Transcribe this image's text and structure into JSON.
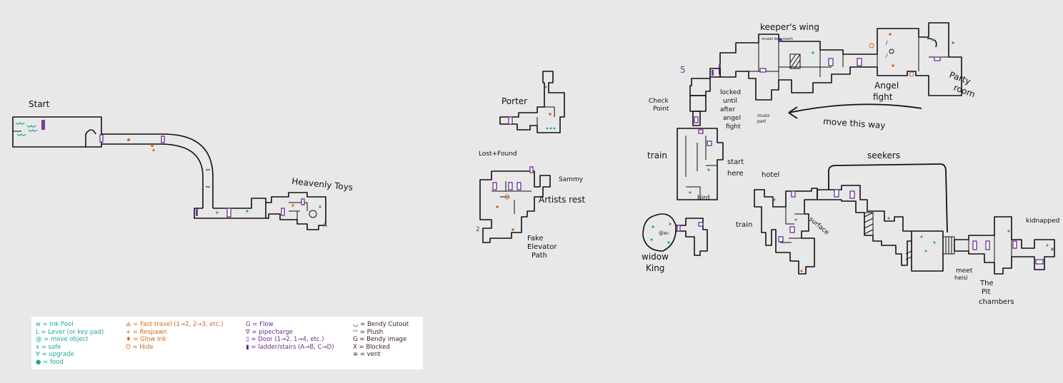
{
  "labels": {
    "start": "Start",
    "heavenly_toys": "Heavenly Toys",
    "porter": "Porter",
    "lost_found": "Lost+Found",
    "sammy": "Sammy",
    "artists_rest": "Artists rest",
    "fake_elevator_1": "Fake",
    "fake_elevator_2": "Elevator",
    "fake_elevator_3": "Path",
    "keepers_wing": "keeper's wing",
    "music_box": "music box room",
    "check_point_1": "Check",
    "check_point_2": "Point",
    "locked_1": "locked",
    "locked_2": "until",
    "locked_3": "after",
    "locked_4": "angel",
    "locked_5": "fight",
    "music_part_1": "music",
    "music_part_2": "part",
    "angel_fight_1": "Angel",
    "angel_fight_2": "fight",
    "party_room_1": "Party",
    "party_room_2": "room",
    "move_this_way": "move this way",
    "train_1": "train",
    "start_here_1": "start",
    "start_here_2": "here",
    "bird": "bird",
    "seekers": "seekers",
    "hotel": "hotel",
    "train_2": "train",
    "surface": "surface",
    "widow_king_1": "widow",
    "widow_king_2": "King",
    "meet_heisi_1": "meet",
    "meet_heisi_2": "heisi",
    "pit_chambers_1": "The",
    "pit_chambers_2": "Pit",
    "pit_chambers_3": "chambers",
    "kidnapped": "kidnapped",
    "num_5": "5",
    "num_2": "2"
  },
  "legend": {
    "col1": [
      {
        "sym": "ᴡ",
        "text": "= Ink Pool"
      },
      {
        "sym": "L",
        "text": "= Lever (or key pad)"
      },
      {
        "sym": "@",
        "text": "= move object"
      },
      {
        "sym": "x",
        "text": "= safe"
      },
      {
        "sym": "∀",
        "text": "= upgrade"
      },
      {
        "sym": "●",
        "text": "= food"
      }
    ],
    "col2": [
      {
        "sym": "⟁",
        "text": "= Fast travel (1→2, 2→3, etc.)"
      },
      {
        "sym": "+",
        "text": "= Respawn"
      },
      {
        "sym": "♦",
        "text": "= Glow Ink"
      },
      {
        "sym": "O",
        "text": "= Hide"
      }
    ],
    "col3": [
      {
        "sym": "G",
        "text": "= Flow"
      },
      {
        "sym": "∇",
        "text": "= pipecharge"
      },
      {
        "sym": "▯",
        "text": "= Door (1→2, 1→4, etc.)"
      },
      {
        "sym": "▮",
        "text": "= ladder/stairs (A→B, C→D)"
      }
    ],
    "col4": [
      {
        "sym": "◡",
        "text": "= Bendy Cutout"
      },
      {
        "sym": "ᵛᵛ",
        "text": "= Plush"
      },
      {
        "sym": "G",
        "text": "= Bendy image"
      },
      {
        "sym": "X",
        "text": "= Blocked"
      },
      {
        "sym": "≡",
        "text": "= vent"
      }
    ]
  }
}
